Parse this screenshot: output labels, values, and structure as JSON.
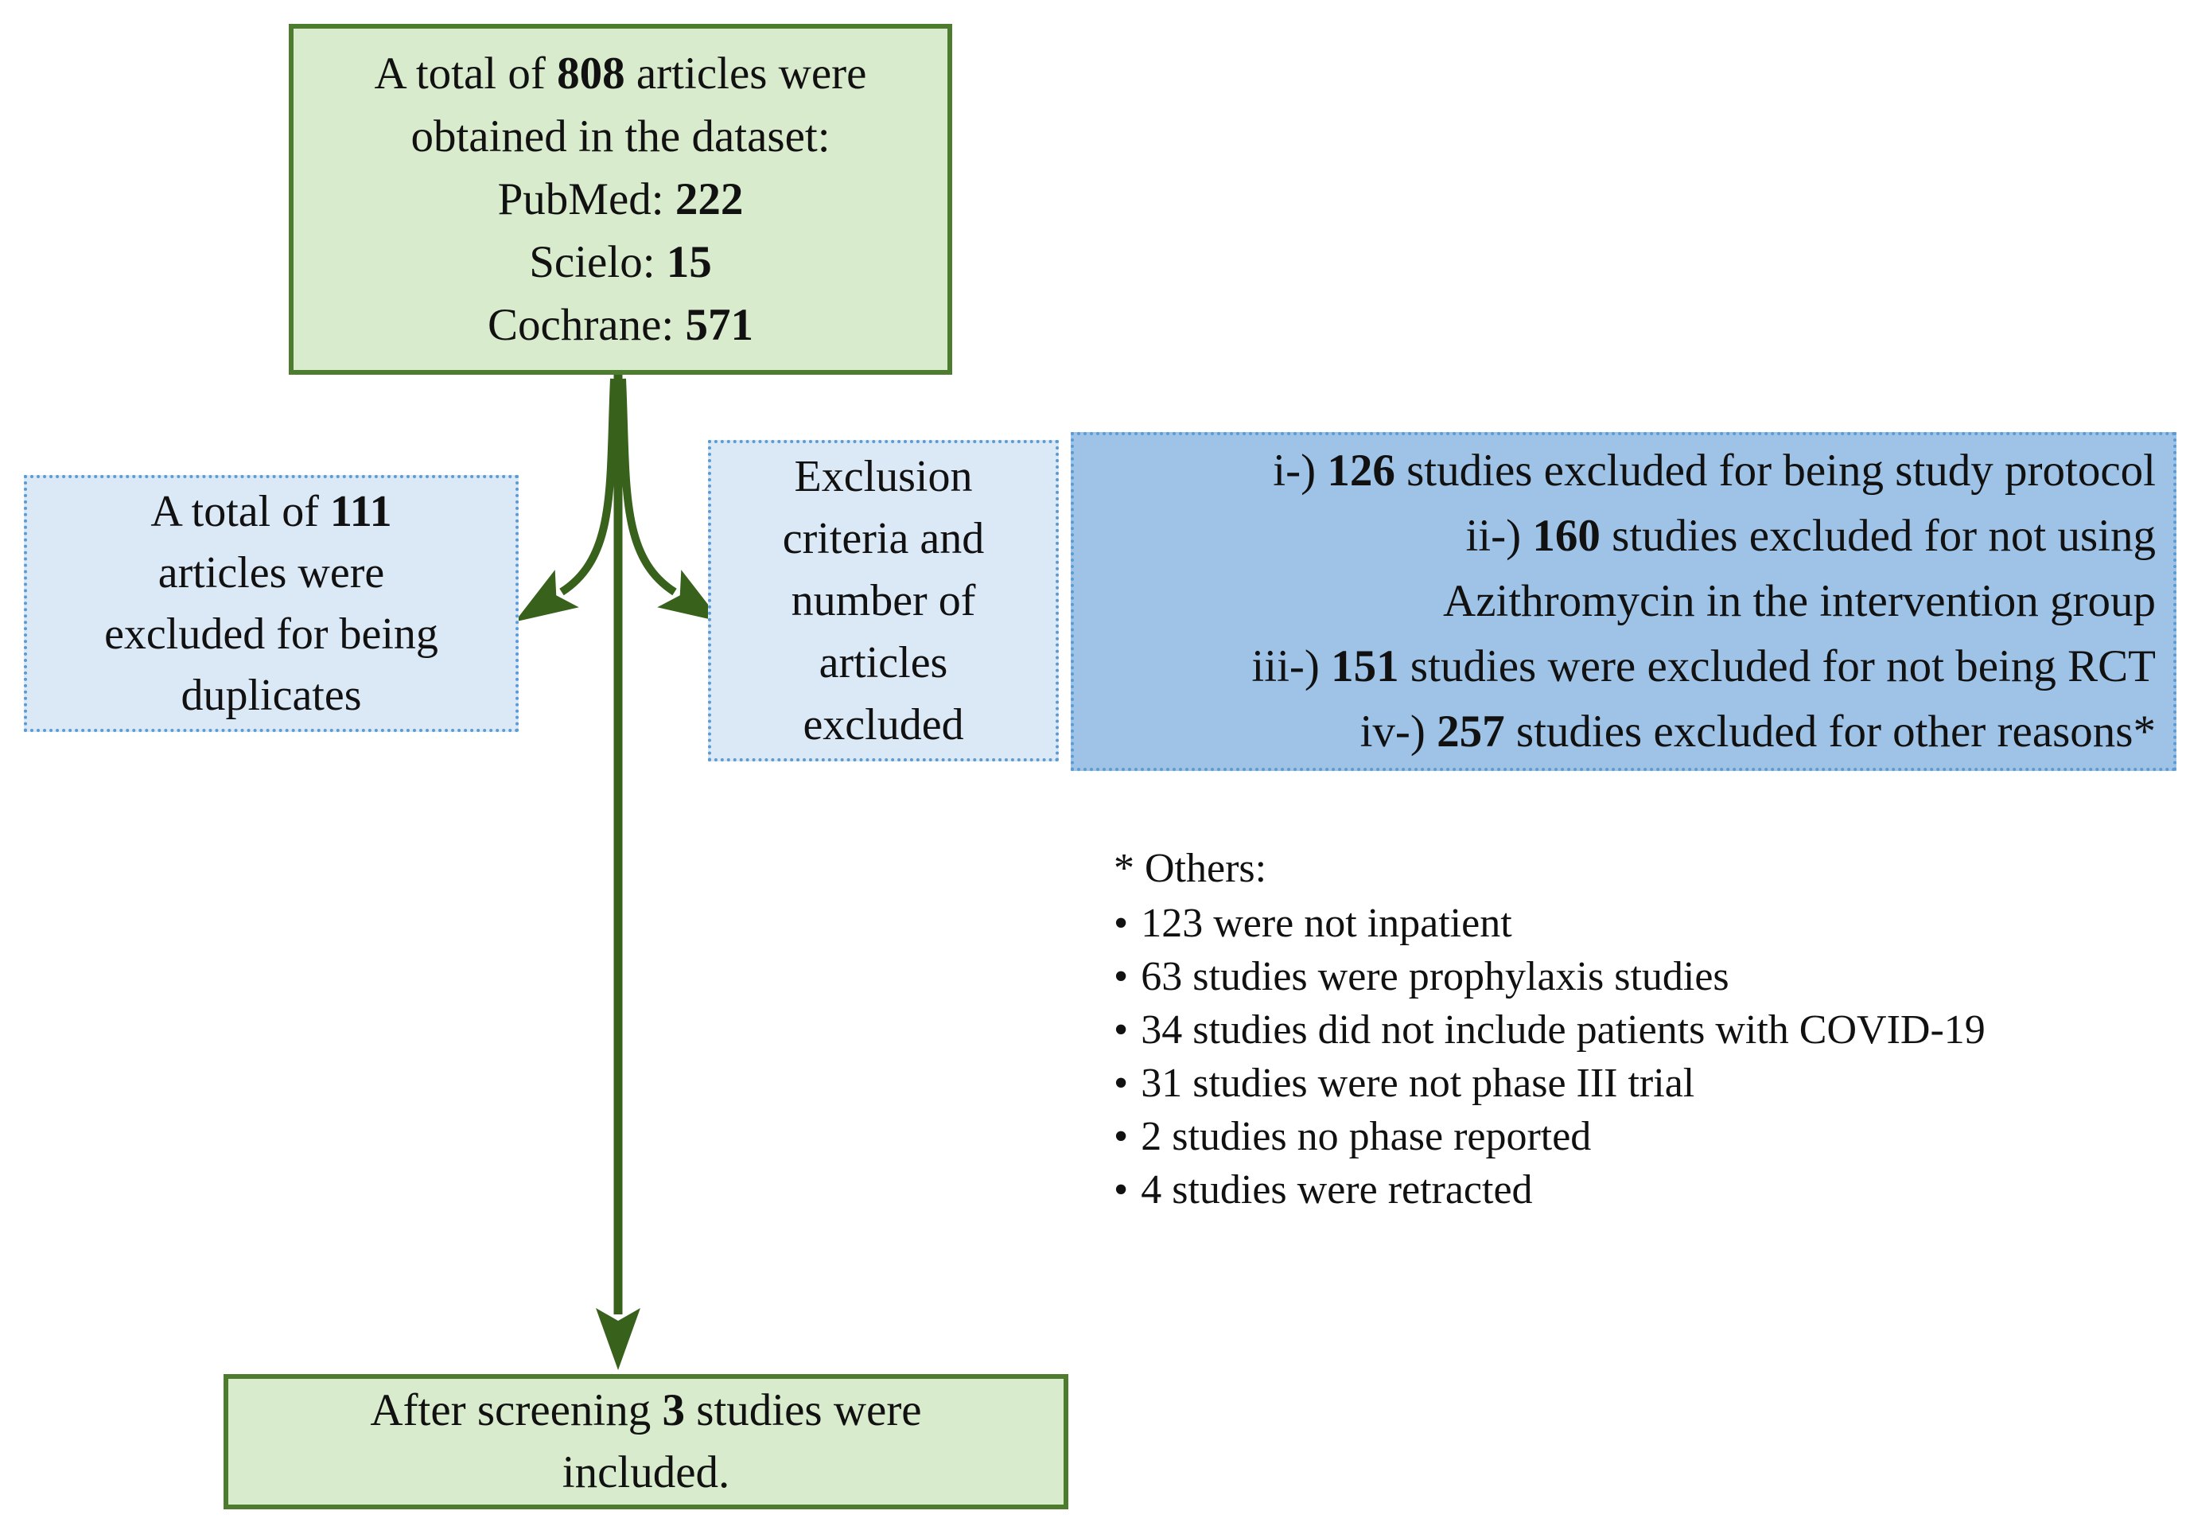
{
  "colors": {
    "green_box_fill": "#d9ebcd",
    "green_box_border": "#4e7c2e",
    "light_blue_box_fill": "#dbe9f6",
    "medium_blue_box_fill": "#9fc3e6",
    "blue_box_border": "#5b9bd5",
    "arrow_green": "#38621c"
  },
  "boxes": {
    "dataset_total": {
      "lines": [
        [
          {
            "t": "A total of "
          },
          {
            "t": "808",
            "b": true
          },
          {
            "t": " articles were"
          }
        ],
        [
          {
            "t": "obtained in the dataset:"
          }
        ],
        [
          {
            "t": "PubMed: "
          },
          {
            "t": "222",
            "b": true
          }
        ],
        [
          {
            "t": "Scielo: "
          },
          {
            "t": "15",
            "b": true
          }
        ],
        [
          {
            "t": "Cochrane: "
          },
          {
            "t": "571",
            "b": true
          }
        ]
      ]
    },
    "duplicates_excluded": {
      "lines": [
        [
          {
            "t": "A total of "
          },
          {
            "t": "111",
            "b": true
          }
        ],
        [
          {
            "t": "articles were"
          }
        ],
        [
          {
            "t": "excluded for being"
          }
        ],
        [
          {
            "t": "duplicates"
          }
        ]
      ]
    },
    "exclusion_criteria": {
      "lines": [
        [
          {
            "t": "Exclusion"
          }
        ],
        [
          {
            "t": "criteria and"
          }
        ],
        [
          {
            "t": "number of"
          }
        ],
        [
          {
            "t": "articles"
          }
        ],
        [
          {
            "t": "excluded"
          }
        ]
      ]
    },
    "exclusion_details": {
      "lines": [
        [
          {
            "t": "i-) "
          },
          {
            "t": "126",
            "b": true
          },
          {
            "t": " studies excluded for being study protocol"
          }
        ],
        [
          {
            "t": "ii-) "
          },
          {
            "t": "160",
            "b": true
          },
          {
            "t": " studies excluded for not using"
          }
        ],
        [
          {
            "t": "Azithromycin in the intervention group"
          }
        ],
        [
          {
            "t": "iii-) "
          },
          {
            "t": "151",
            "b": true
          },
          {
            "t": " studies were excluded for not being RCT"
          }
        ],
        [
          {
            "t": "iv-) "
          },
          {
            "t": "257",
            "b": true
          },
          {
            "t": " studies excluded for other reasons*"
          }
        ]
      ]
    },
    "included": {
      "lines": [
        [
          {
            "t": "After screening "
          },
          {
            "t": "3",
            "b": true
          },
          {
            "t": " studies were"
          }
        ],
        [
          {
            "t": "included."
          }
        ]
      ]
    }
  },
  "others": {
    "title": "* Others:",
    "bullet": "•",
    "items": [
      "123 were not inpatient",
      "63 studies were prophylaxis studies",
      "34 studies did not include patients with COVID-19",
      "31 studies were not phase III trial",
      "2 studies no phase reported",
      "4 studies were retracted"
    ]
  }
}
